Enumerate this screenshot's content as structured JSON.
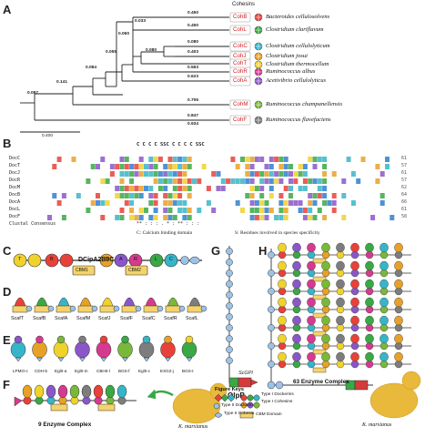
{
  "panels": {
    "a": "A",
    "b": "B",
    "c": "C",
    "d": "D",
    "e": "E",
    "f": "F",
    "g": "G",
    "h": "H"
  },
  "tree": {
    "header": "Cohesins",
    "scale": "0.400",
    "leaves": [
      {
        "coh": "CohB",
        "species": "Bacteroides cellulosolvens",
        "color": "#e8413a"
      },
      {
        "coh": "CohL",
        "species": "Clostridium clariflavum",
        "color": "#3aa845"
      },
      {
        "coh": "CohC",
        "species": "Clostridium cellulolyticum",
        "color": "#37b5c8"
      },
      {
        "coh": "CohJ",
        "species": "Clostridium josui",
        "color": "#e7a126"
      },
      {
        "coh": "CohT",
        "species": "Clostridium thermocellum",
        "color": "#f0d22c"
      },
      {
        "coh": "CohA",
        "species": "Acetivibrio cellulolyticus",
        "color": "#8a57c9"
      },
      {
        "coh": "CohR",
        "species": "Ruminococcus albus",
        "color": "#d63a8f"
      },
      {
        "coh": "CohM",
        "species": "Ruminococcus champanellensis",
        "color": "#7ab839"
      },
      {
        "coh": "CohF",
        "species": "Ruminococcus flavefaciens",
        "color": "#7d7d7d"
      }
    ],
    "branch_labels": [
      "0.450",
      "0.450",
      "0.080",
      "0.403",
      "0.563",
      "0.623",
      "0.706",
      "0.847",
      "0.934",
      "0.033",
      "0.060",
      "0.080",
      "0.055",
      "0.084",
      "0.141",
      "0.087"
    ]
  },
  "alignment": {
    "marker_row": "C C C C SSC                C C C C SSC",
    "names": [
      "DocC",
      "DocT",
      "DocJ",
      "DocR",
      "DocM",
      "DocB",
      "DocA",
      "DocL",
      "DocF",
      "Clustal Consensus"
    ],
    "numbers": [
      "61",
      "57",
      "61",
      "57",
      "62",
      "64",
      "66",
      "61",
      "58"
    ],
    "consensus_marks": "** : :  :  .  *  :      ** :  :  :",
    "legend_c": "C: Calcium binding domain",
    "legend_s": "S: Residues involved in species specificity"
  },
  "construct": {
    "name": "DCipA2B9C",
    "cbm1": "CBM1",
    "cbm2": "CBM2",
    "modules": [
      "T",
      "B",
      "J",
      "A",
      "R",
      "L",
      "C"
    ]
  },
  "scaffolds": [
    "ScafT",
    "ScafB",
    "ScafA",
    "ScafM",
    "ScafJ",
    "ScafF",
    "ScafC",
    "ScafR",
    "ScafL"
  ],
  "enzymes": [
    "LPMO-c",
    "CDH-b",
    "EglII-a",
    "EglII-m",
    "CBHII-l",
    "BGS-f",
    "EglII-c",
    "EXG2-j",
    "BGS-t"
  ],
  "complex9": "9 Enzyme Complex",
  "complex63": "63 Enzyme Complex",
  "yeast": "K. marxianus",
  "olpb": "OlpB",
  "scgpi": "ScGPI",
  "keys": {
    "title": "Figure Keys",
    "items": [
      "Type I Dockerins",
      "Type I Cohesins",
      "Type II Dockerin",
      "Type II Cohesin",
      "CBM Domain"
    ]
  },
  "colors": {
    "red": "#e8413a",
    "green": "#3aa845",
    "cyan": "#37b5c8",
    "orange": "#e7a126",
    "yellow": "#f0d22c",
    "purple": "#8a57c9",
    "pink": "#d63a8f",
    "lime": "#7ab839",
    "grey": "#7d7d7d",
    "yeast": "#e8b93a",
    "blue": "#9bc3e8",
    "cbm": "#f5d36a"
  }
}
